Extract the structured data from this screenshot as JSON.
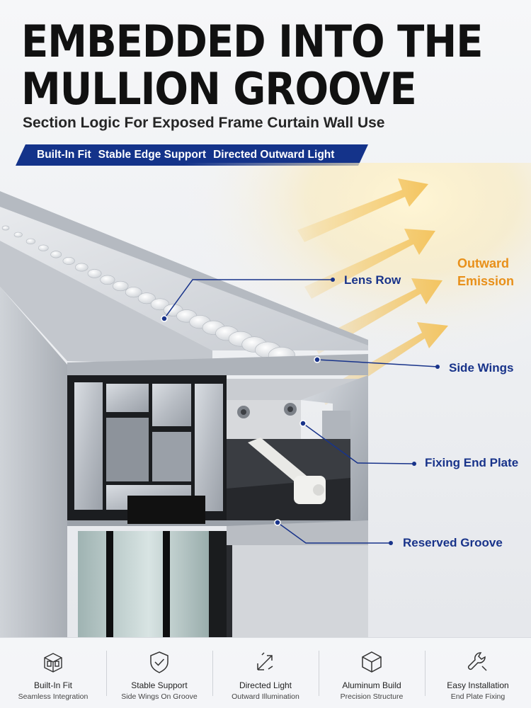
{
  "header": {
    "title_line1": "EMBEDDED INTO THE",
    "title_line2": "MULLION GROOVE",
    "subtitle": "Section Logic For Exposed Frame Curtain Wall Use",
    "tags": [
      "Built-In Fit",
      "Stable Edge Support",
      "Directed Outward Light"
    ]
  },
  "callouts": {
    "lens_row": "Lens Row",
    "side_wings": "Side Wings",
    "fixing_end_plate": "Fixing End Plate",
    "reserved_groove": "Reserved Groove",
    "emission_line1": "Outward",
    "emission_line2": "Emission"
  },
  "features": [
    {
      "title": "Built-In Fit",
      "sub": "Seamless Integration",
      "icon": "profile-cube-icon"
    },
    {
      "title": "Stable Support",
      "sub": "Side Wings On Groove",
      "icon": "shield-check-icon"
    },
    {
      "title": "Directed Light",
      "sub": "Outward Illumination",
      "icon": "light-direction-icon"
    },
    {
      "title": "Aluminum Build",
      "sub": "Precision Structure",
      "icon": "box-3d-icon"
    },
    {
      "title": "Easy Installation",
      "sub": "End Plate Fixing",
      "icon": "wrench-icon"
    }
  ],
  "colors": {
    "brand_blue": "#14338a",
    "callout_blue": "#18338a",
    "emission_orange": "#e8901a",
    "arrow_yellow": "#f3c25a"
  }
}
